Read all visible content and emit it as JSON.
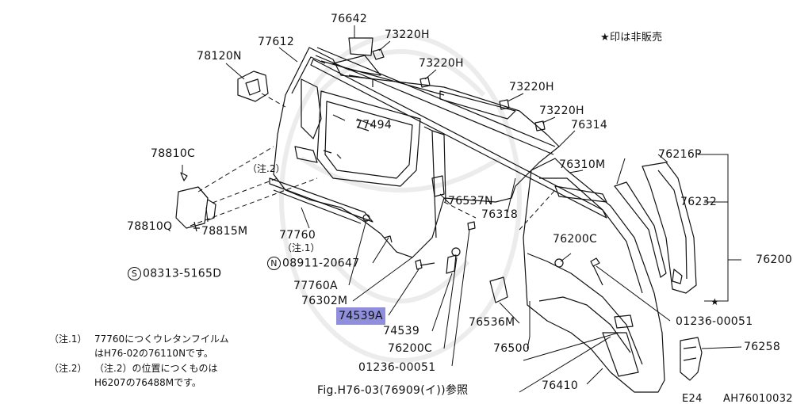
{
  "legend": "★印は非販売",
  "parts": {
    "p76642": "76642",
    "p73220h_1": "73220H",
    "p73220h_2": "73220H",
    "p73220h_3": "73220H",
    "p73220h_4": "73220H",
    "p77612": "77612",
    "p78120n": "78120N",
    "p77494": "77494",
    "p76314": "76314",
    "p78810c": "78810C",
    "p_note2": "（注.2）",
    "p76216p": "76216P",
    "p76310m": "76310M",
    "p76537n": "76537N",
    "p76232": "76232",
    "p76318": "76318",
    "p78810q": "78810Q",
    "p78815m": "78815M",
    "p77760": "77760",
    "p76200c_r": "76200C",
    "p_note1": "（注.1）",
    "p76200": "76200",
    "p08911_code": "08911-20647",
    "p08313_code": "08313-5165D",
    "p77760a": "77760A",
    "p76302m": "76302M",
    "p74539a": "74539A",
    "p74539": "74539",
    "p76536m": "76536M",
    "p01236_r": "01236-00051",
    "p76200c_b": "76200C",
    "p76500": "76500",
    "p76258": "76258",
    "p01236_b": "01236-00051",
    "p76410": "76410",
    "p_fig_ref": "Fig.H76-03(76909(イ))参照",
    "n_symbol": "N",
    "s_symbol": "S"
  },
  "notes": {
    "n1_tag": "（注.1）",
    "n1_line1": "77760につくウレタンフイルム",
    "n1_line2": "はH76-02の76110Nです。",
    "n2_tag": "（注.2）",
    "n2_line1": "（注.2）の位置につくものは",
    "n2_line2": "H6207の76488Mです。"
  },
  "footer": {
    "section": "E24",
    "drawing_id": "AH76010032"
  },
  "colors": {
    "line": "#111111",
    "highlight": "#8f8fdc",
    "watermark": "#ececec"
  }
}
